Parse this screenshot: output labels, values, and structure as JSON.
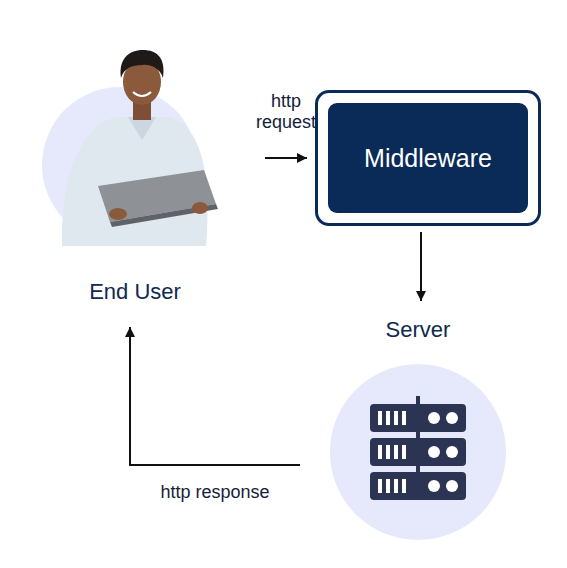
{
  "diagram": {
    "nodes": [
      {
        "text": [
          "End User"
        ]
      },
      {
        "text": [
          "Middleware"
        ]
      },
      {
        "text": [
          "Server"
        ]
      }
    ],
    "edges": [
      {
        "from": 0,
        "to": 1,
        "label": "http request",
        "arrow": "to"
      },
      {
        "from": 1,
        "to": 2,
        "arrow": "to"
      },
      {
        "from": 2,
        "to": 0,
        "label": "http response",
        "arrow": "to"
      }
    ]
  }
}
